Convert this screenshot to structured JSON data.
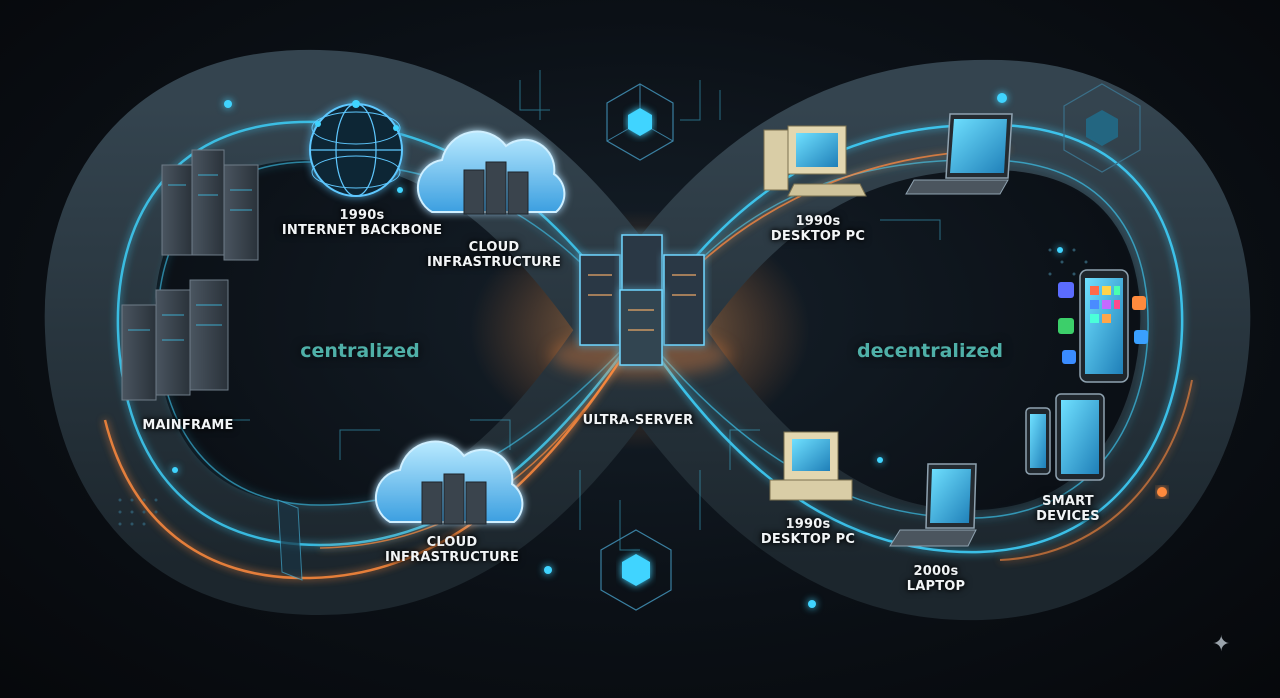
{
  "zones": {
    "left": "centralized",
    "right": "decentralized"
  },
  "nodes": {
    "mainframe": "MAINFRAME",
    "internet_backbone": [
      "1990s",
      "INTERNET BACKBONE"
    ],
    "cloud_top": [
      "CLOUD",
      "INFRASTRUCTURE"
    ],
    "cloud_bottom": [
      "CLOUD",
      "INFRASTRUCTURE"
    ],
    "ultra_server": "ULTRA-SERVER",
    "desktop_top": [
      "1990s",
      "DESKTOP PC"
    ],
    "desktop_bottom": [
      "1990s",
      "DESKTOP PC"
    ],
    "laptop": [
      "2000s",
      "LAPTOP"
    ],
    "smart_devices": [
      "SMART",
      "DEVICES"
    ]
  },
  "colors": {
    "background": "#07090c",
    "track": "#2b3a44",
    "glow_cyan": "#3fd4ff",
    "glow_orange": "#ff8a3d",
    "zone_text": "#4fb0a8"
  },
  "icons": [
    "server-rack-icon",
    "globe-icon",
    "cloud-icon",
    "desktop-pc-icon",
    "laptop-icon",
    "smartphone-icon",
    "tablet-icon",
    "hex-cube-icon",
    "sparkle-icon"
  ]
}
